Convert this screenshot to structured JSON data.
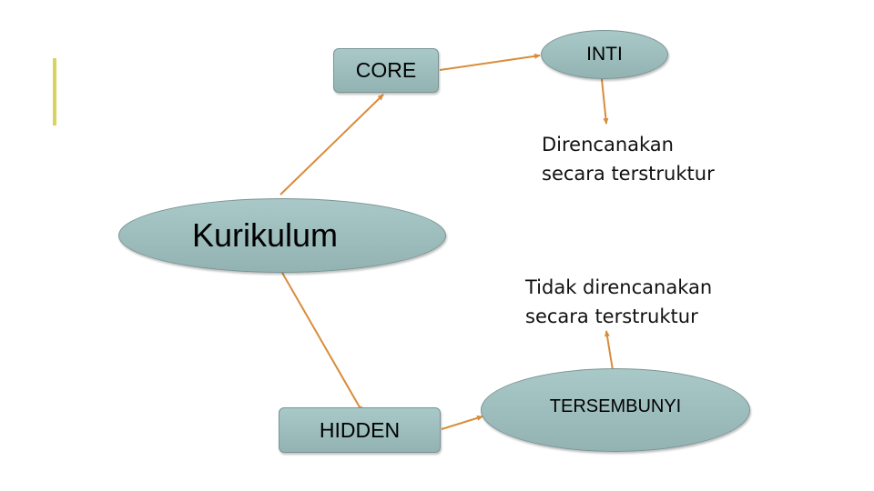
{
  "nodes": {
    "core": "CORE",
    "inti": "INTI",
    "kurikulum": "Kurikulum",
    "hidden": "HIDDEN",
    "tersembunyi": "TERSEMBUNYI"
  },
  "notes": {
    "planned_line1": "Direncanakan",
    "planned_line2": "secara terstruktur",
    "unplanned_line1": "Tidak direncanakan",
    "unplanned_line2": "secara terstruktur"
  },
  "colors": {
    "node_fill": "#9dbdbd",
    "connector": "#d98c3a",
    "accent_bar": "#d8d55a"
  }
}
